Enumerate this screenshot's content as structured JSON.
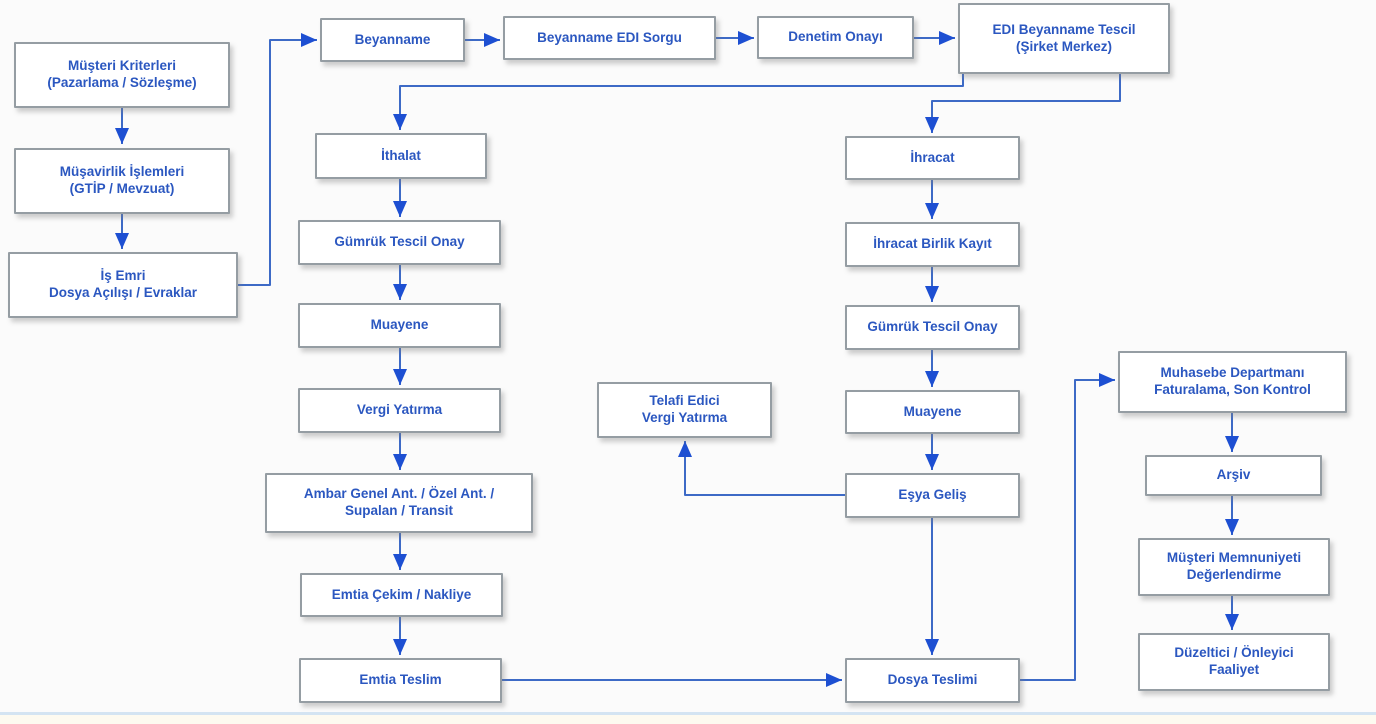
{
  "diagram": {
    "nodes": {
      "musteri_kriterleri": {
        "label": "Müşteri Kriterleri\n(Pazarlama / Sözleşme)"
      },
      "musavirlik_islemleri": {
        "label": "Müşavirlik İşlemleri\n(GTİP / Mevzuat)"
      },
      "is_emri": {
        "label": "İş Emri\nDosya Açılışı / Evraklar"
      },
      "beyanname": {
        "label": "Beyanname"
      },
      "beyanname_edi_sorgu": {
        "label": "Beyanname EDI Sorgu"
      },
      "denetim_onayi": {
        "label": "Denetim Onayı"
      },
      "edi_beyanname_tescil": {
        "label": "EDI Beyanname Tescil\n(Şirket Merkez)"
      },
      "ithalat": {
        "label": "İthalat"
      },
      "gumruk_tescil_onay_ithalat": {
        "label": "Gümrük Tescil Onay"
      },
      "muayene_ithalat": {
        "label": "Muayene"
      },
      "vergi_yatirma": {
        "label": "Vergi Yatırma"
      },
      "ambar": {
        "label": "Ambar Genel Ant. / Özel Ant. /\nSupalan / Transit"
      },
      "emtia_cekim_nakliye": {
        "label": "Emtia Çekim / Nakliye"
      },
      "emtia_teslim": {
        "label": "Emtia Teslim"
      },
      "telafi_edici": {
        "label": "Telafi Edici\nVergi Yatırma"
      },
      "ihracat": {
        "label": "İhracat"
      },
      "ihracat_birlik_kayit": {
        "label": "İhracat Birlik Kayıt"
      },
      "gumruk_tescil_onay_ihracat": {
        "label": "Gümrük Tescil Onay"
      },
      "muayene_ihracat": {
        "label": "Muayene"
      },
      "esya_gelis": {
        "label": "Eşya Geliş"
      },
      "dosya_teslimi": {
        "label": "Dosya Teslimi"
      },
      "muhasebe": {
        "label": "Muhasebe Departmanı\nFaturalama, Son Kontrol"
      },
      "arsiv": {
        "label": "Arşiv"
      },
      "musteri_memnuniyeti": {
        "label": "Müşteri Memnuniyeti\nDeğerlendirme"
      },
      "duzeltici_onleyici": {
        "label": "Düzeltici / Önleyici\nFaaliyet"
      }
    },
    "edges": [
      {
        "from": "musteri_kriterleri",
        "to": "musavirlik_islemleri"
      },
      {
        "from": "musavirlik_islemleri",
        "to": "is_emri"
      },
      {
        "from": "is_emri",
        "to": "beyanname"
      },
      {
        "from": "beyanname",
        "to": "beyanname_edi_sorgu"
      },
      {
        "from": "beyanname_edi_sorgu",
        "to": "denetim_onayi"
      },
      {
        "from": "denetim_onayi",
        "to": "edi_beyanname_tescil"
      },
      {
        "from": "edi_beyanname_tescil",
        "to": "ithalat"
      },
      {
        "from": "edi_beyanname_tescil",
        "to": "ihracat"
      },
      {
        "from": "ithalat",
        "to": "gumruk_tescil_onay_ithalat"
      },
      {
        "from": "gumruk_tescil_onay_ithalat",
        "to": "muayene_ithalat"
      },
      {
        "from": "muayene_ithalat",
        "to": "vergi_yatirma"
      },
      {
        "from": "vergi_yatirma",
        "to": "ambar"
      },
      {
        "from": "ambar",
        "to": "emtia_cekim_nakliye"
      },
      {
        "from": "emtia_cekim_nakliye",
        "to": "emtia_teslim"
      },
      {
        "from": "emtia_teslim",
        "to": "dosya_teslimi"
      },
      {
        "from": "ihracat",
        "to": "ihracat_birlik_kayit"
      },
      {
        "from": "ihracat_birlik_kayit",
        "to": "gumruk_tescil_onay_ihracat"
      },
      {
        "from": "gumruk_tescil_onay_ihracat",
        "to": "muayene_ihracat"
      },
      {
        "from": "muayene_ihracat",
        "to": "esya_gelis"
      },
      {
        "from": "esya_gelis",
        "to": "telafi_edici"
      },
      {
        "from": "esya_gelis",
        "to": "dosya_teslimi"
      },
      {
        "from": "dosya_teslimi",
        "to": "muhasebe"
      },
      {
        "from": "muhasebe",
        "to": "arsiv"
      },
      {
        "from": "arsiv",
        "to": "musteri_memnuniyeti"
      },
      {
        "from": "musteri_memnuniyeti",
        "to": "duzeltici_onleyici"
      }
    ],
    "colors": {
      "box_fill": "#ffffff",
      "box_border": "#959da3",
      "box_text": "#2b57c0",
      "line": "#3d6ac6",
      "arrow": "#1d4fd2",
      "bottom_rule": "#d4e4f2"
    }
  }
}
